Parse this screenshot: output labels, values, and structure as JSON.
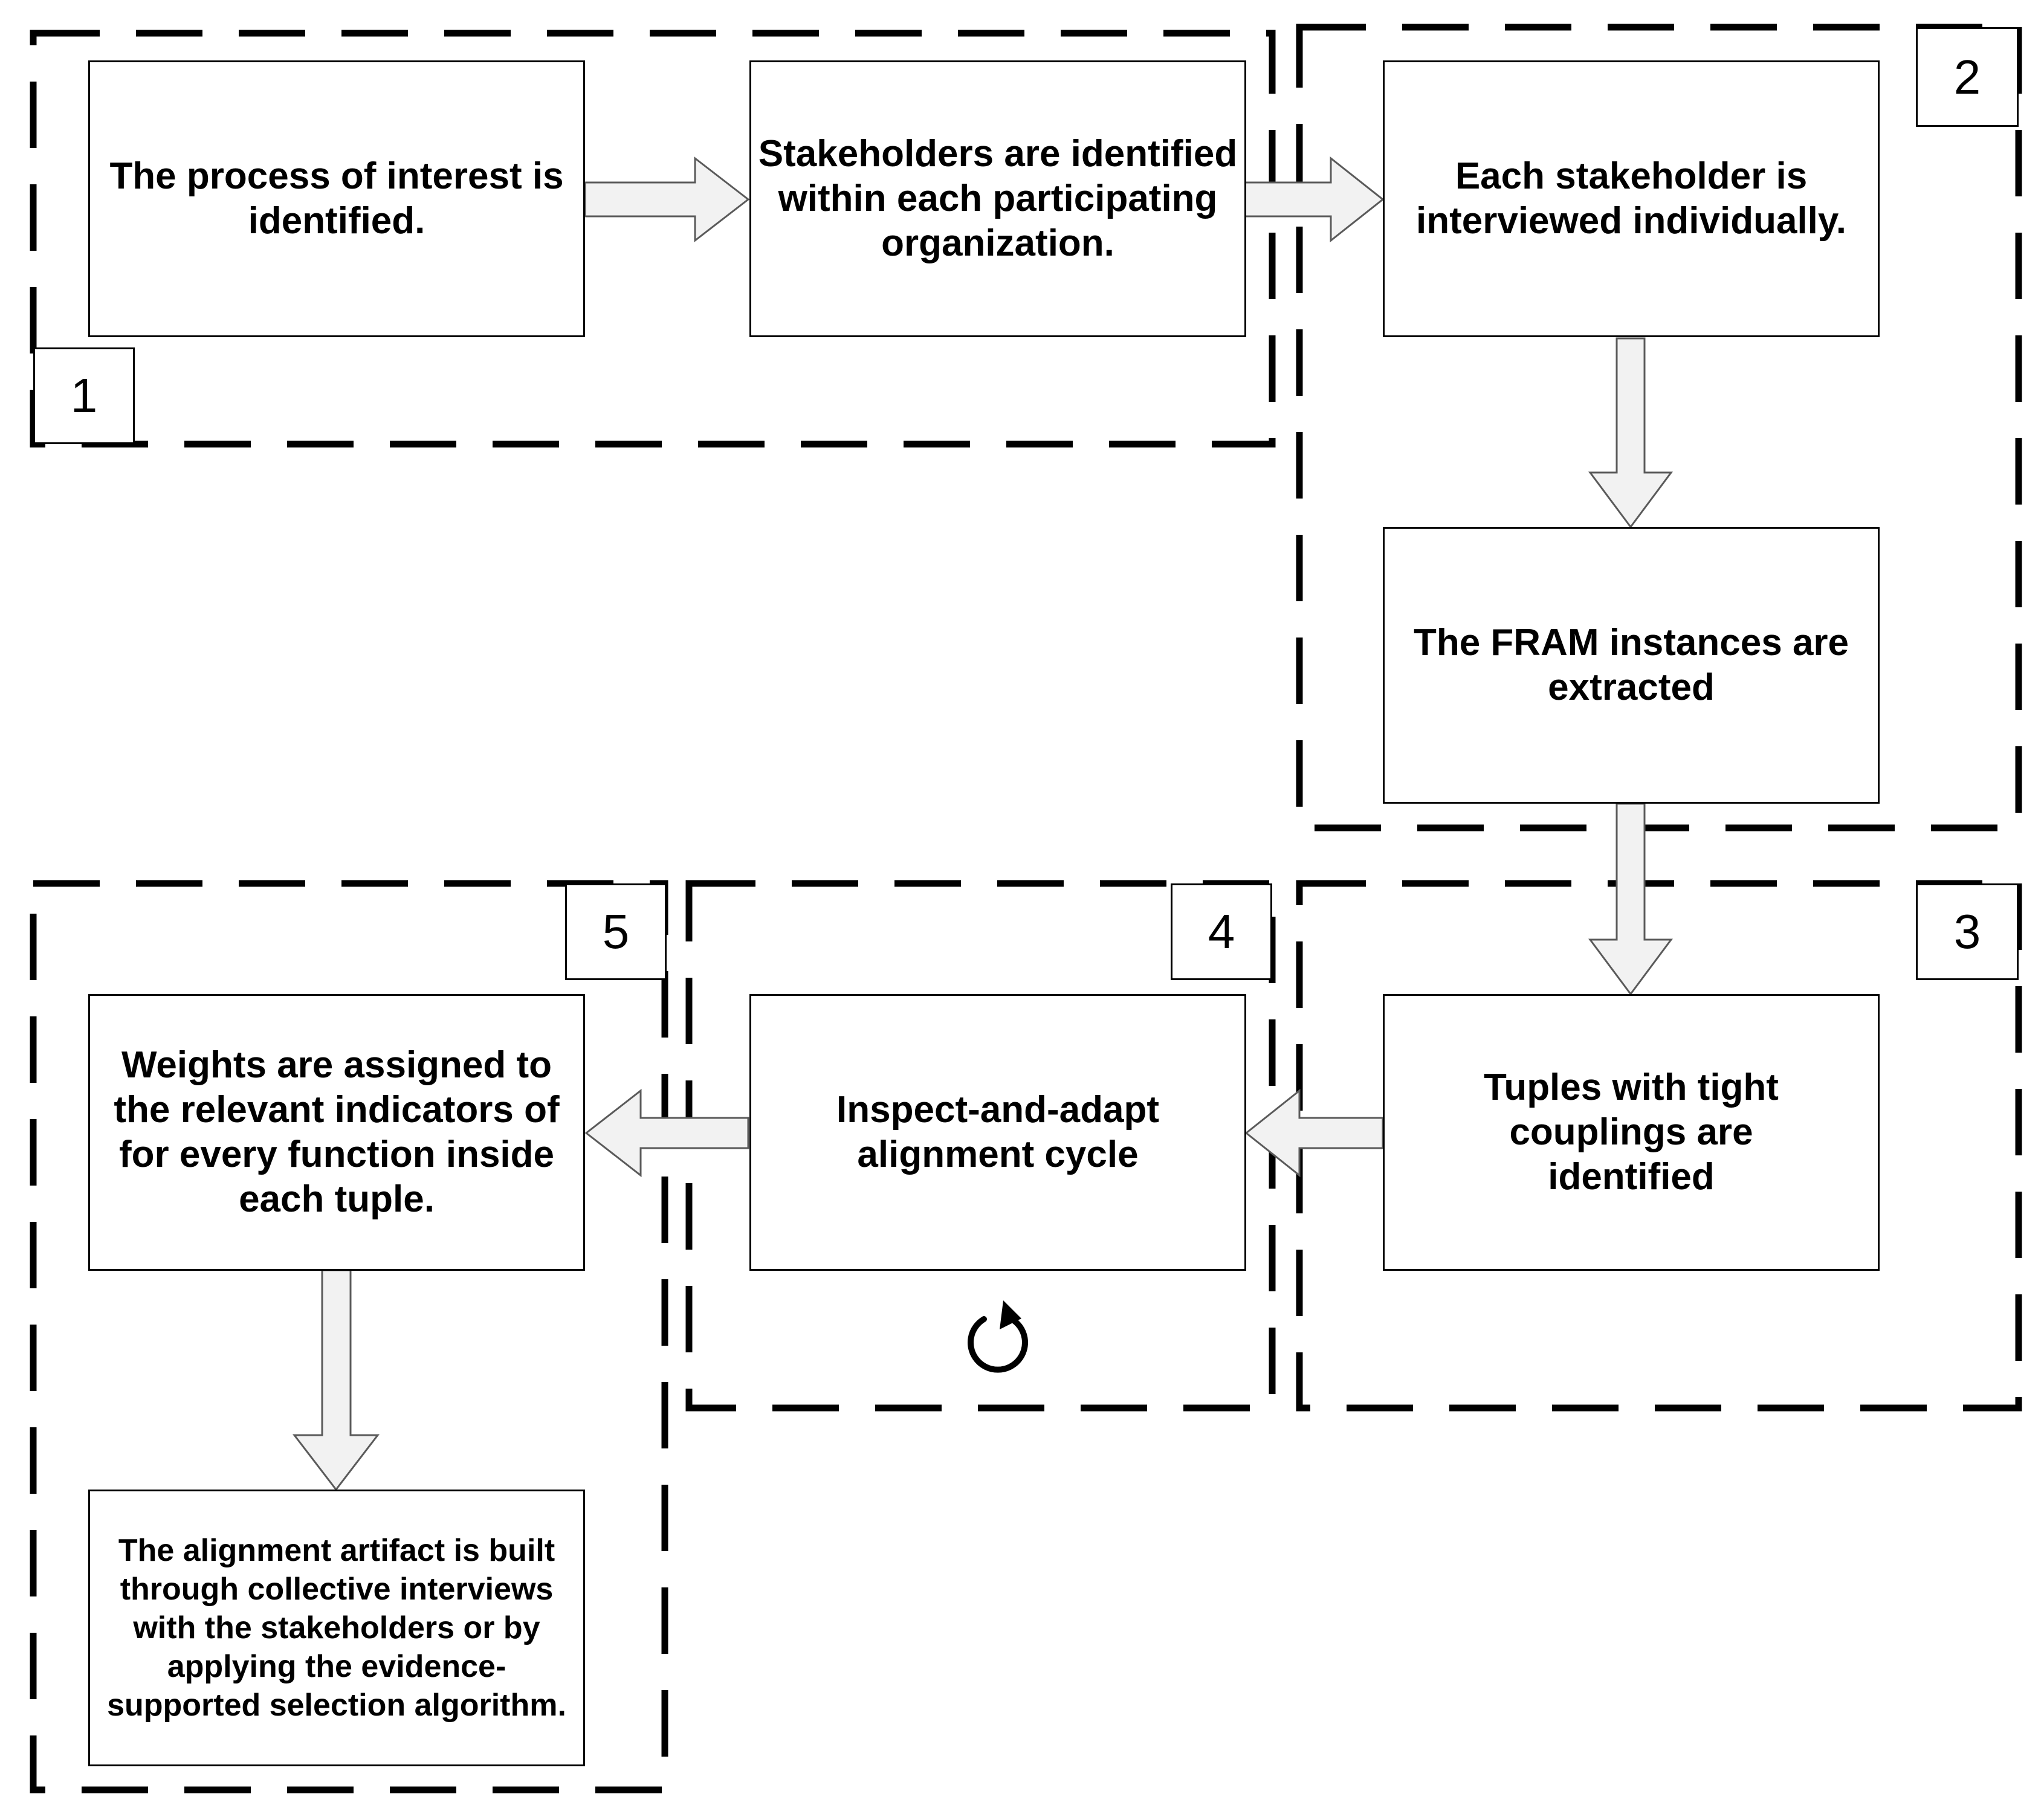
{
  "stages": [
    {
      "label": "1"
    },
    {
      "label": "2"
    },
    {
      "label": "3"
    },
    {
      "label": "4"
    },
    {
      "label": "5"
    }
  ],
  "steps": {
    "process": "The process of interest is identified.",
    "stakeholders": "Stakeholders are identified within each participating organization.",
    "interviews": "Each stakeholder is interviewed individually.",
    "fram": "The FRAM instances are extracted",
    "tuples": "Tuples with tight couplings are identified",
    "inspect": "Inspect-and-adapt alignment cycle",
    "weights": "Weights are assigned to the relevant indicators of for every function inside each tuple.",
    "artifact": "The alignment artifact is built through collective interviews with the stakeholders or by applying the evidence-supported selection algorithm."
  },
  "icons": {
    "cycle": "refresh-icon"
  },
  "colors": {
    "arrow_fill": "#f2f2f2",
    "arrow_stroke": "#5a5a5a",
    "border": "#000000"
  }
}
